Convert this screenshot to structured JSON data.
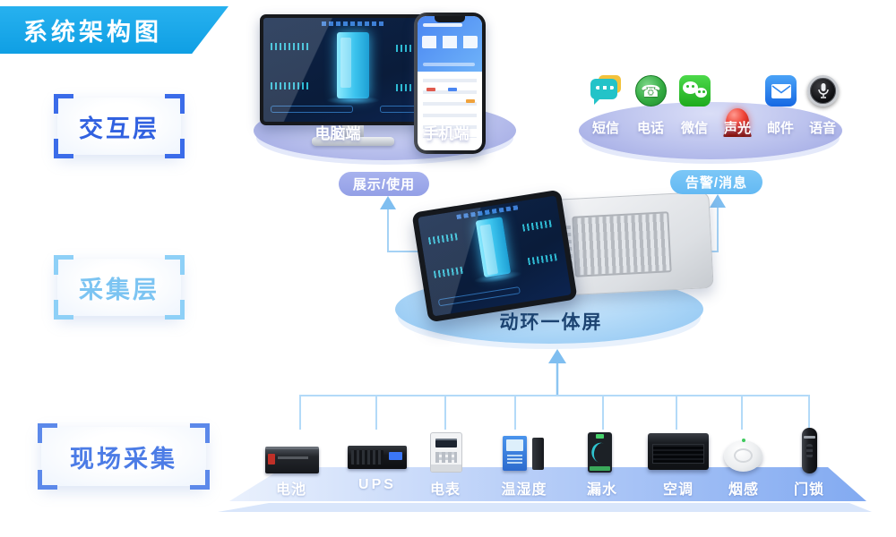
{
  "title": "系统架构图",
  "layers": {
    "interaction": "交互层",
    "collection": "采集层",
    "field": "现场采集"
  },
  "interaction": {
    "terminals": [
      {
        "label": "电脑端",
        "icon": "desktop-monitor-icon"
      },
      {
        "label": "手机端",
        "icon": "smartphone-icon"
      }
    ],
    "flow_label": "展示/使用"
  },
  "alerts": {
    "channels": [
      {
        "label": "短信",
        "icon": "sms-bubble-icon"
      },
      {
        "label": "电话",
        "icon": "telephone-icon"
      },
      {
        "label": "微信",
        "icon": "wechat-icon"
      },
      {
        "label": "声光",
        "icon": "siren-icon"
      },
      {
        "label": "邮件",
        "icon": "mail-icon"
      },
      {
        "label": "语音",
        "icon": "voice-mic-icon"
      }
    ],
    "flow_label": "告警/消息"
  },
  "gateway": {
    "label": "动环一体屏"
  },
  "field_devices": [
    {
      "label": "电池"
    },
    {
      "label": "UPS"
    },
    {
      "label": "电表"
    },
    {
      "label": "温湿度"
    },
    {
      "label": "漏水"
    },
    {
      "label": "空调"
    },
    {
      "label": "烟感"
    },
    {
      "label": "门锁"
    }
  ],
  "glyphs": {
    "telephone": "☎"
  },
  "colors": {
    "banner": "#18a7e9",
    "interaction_accent": "#3161e0",
    "collection_accent": "#7cc4f2",
    "field_accent": "#4c7ce6",
    "connector_line": "#a5d2f5",
    "arrow": "#7fbef0",
    "pill_display": "#9ba8ea",
    "pill_alert": "#6fc1f5",
    "platform_lavender": "#a9b0e6",
    "platform_blue": "#a5d2f4"
  }
}
